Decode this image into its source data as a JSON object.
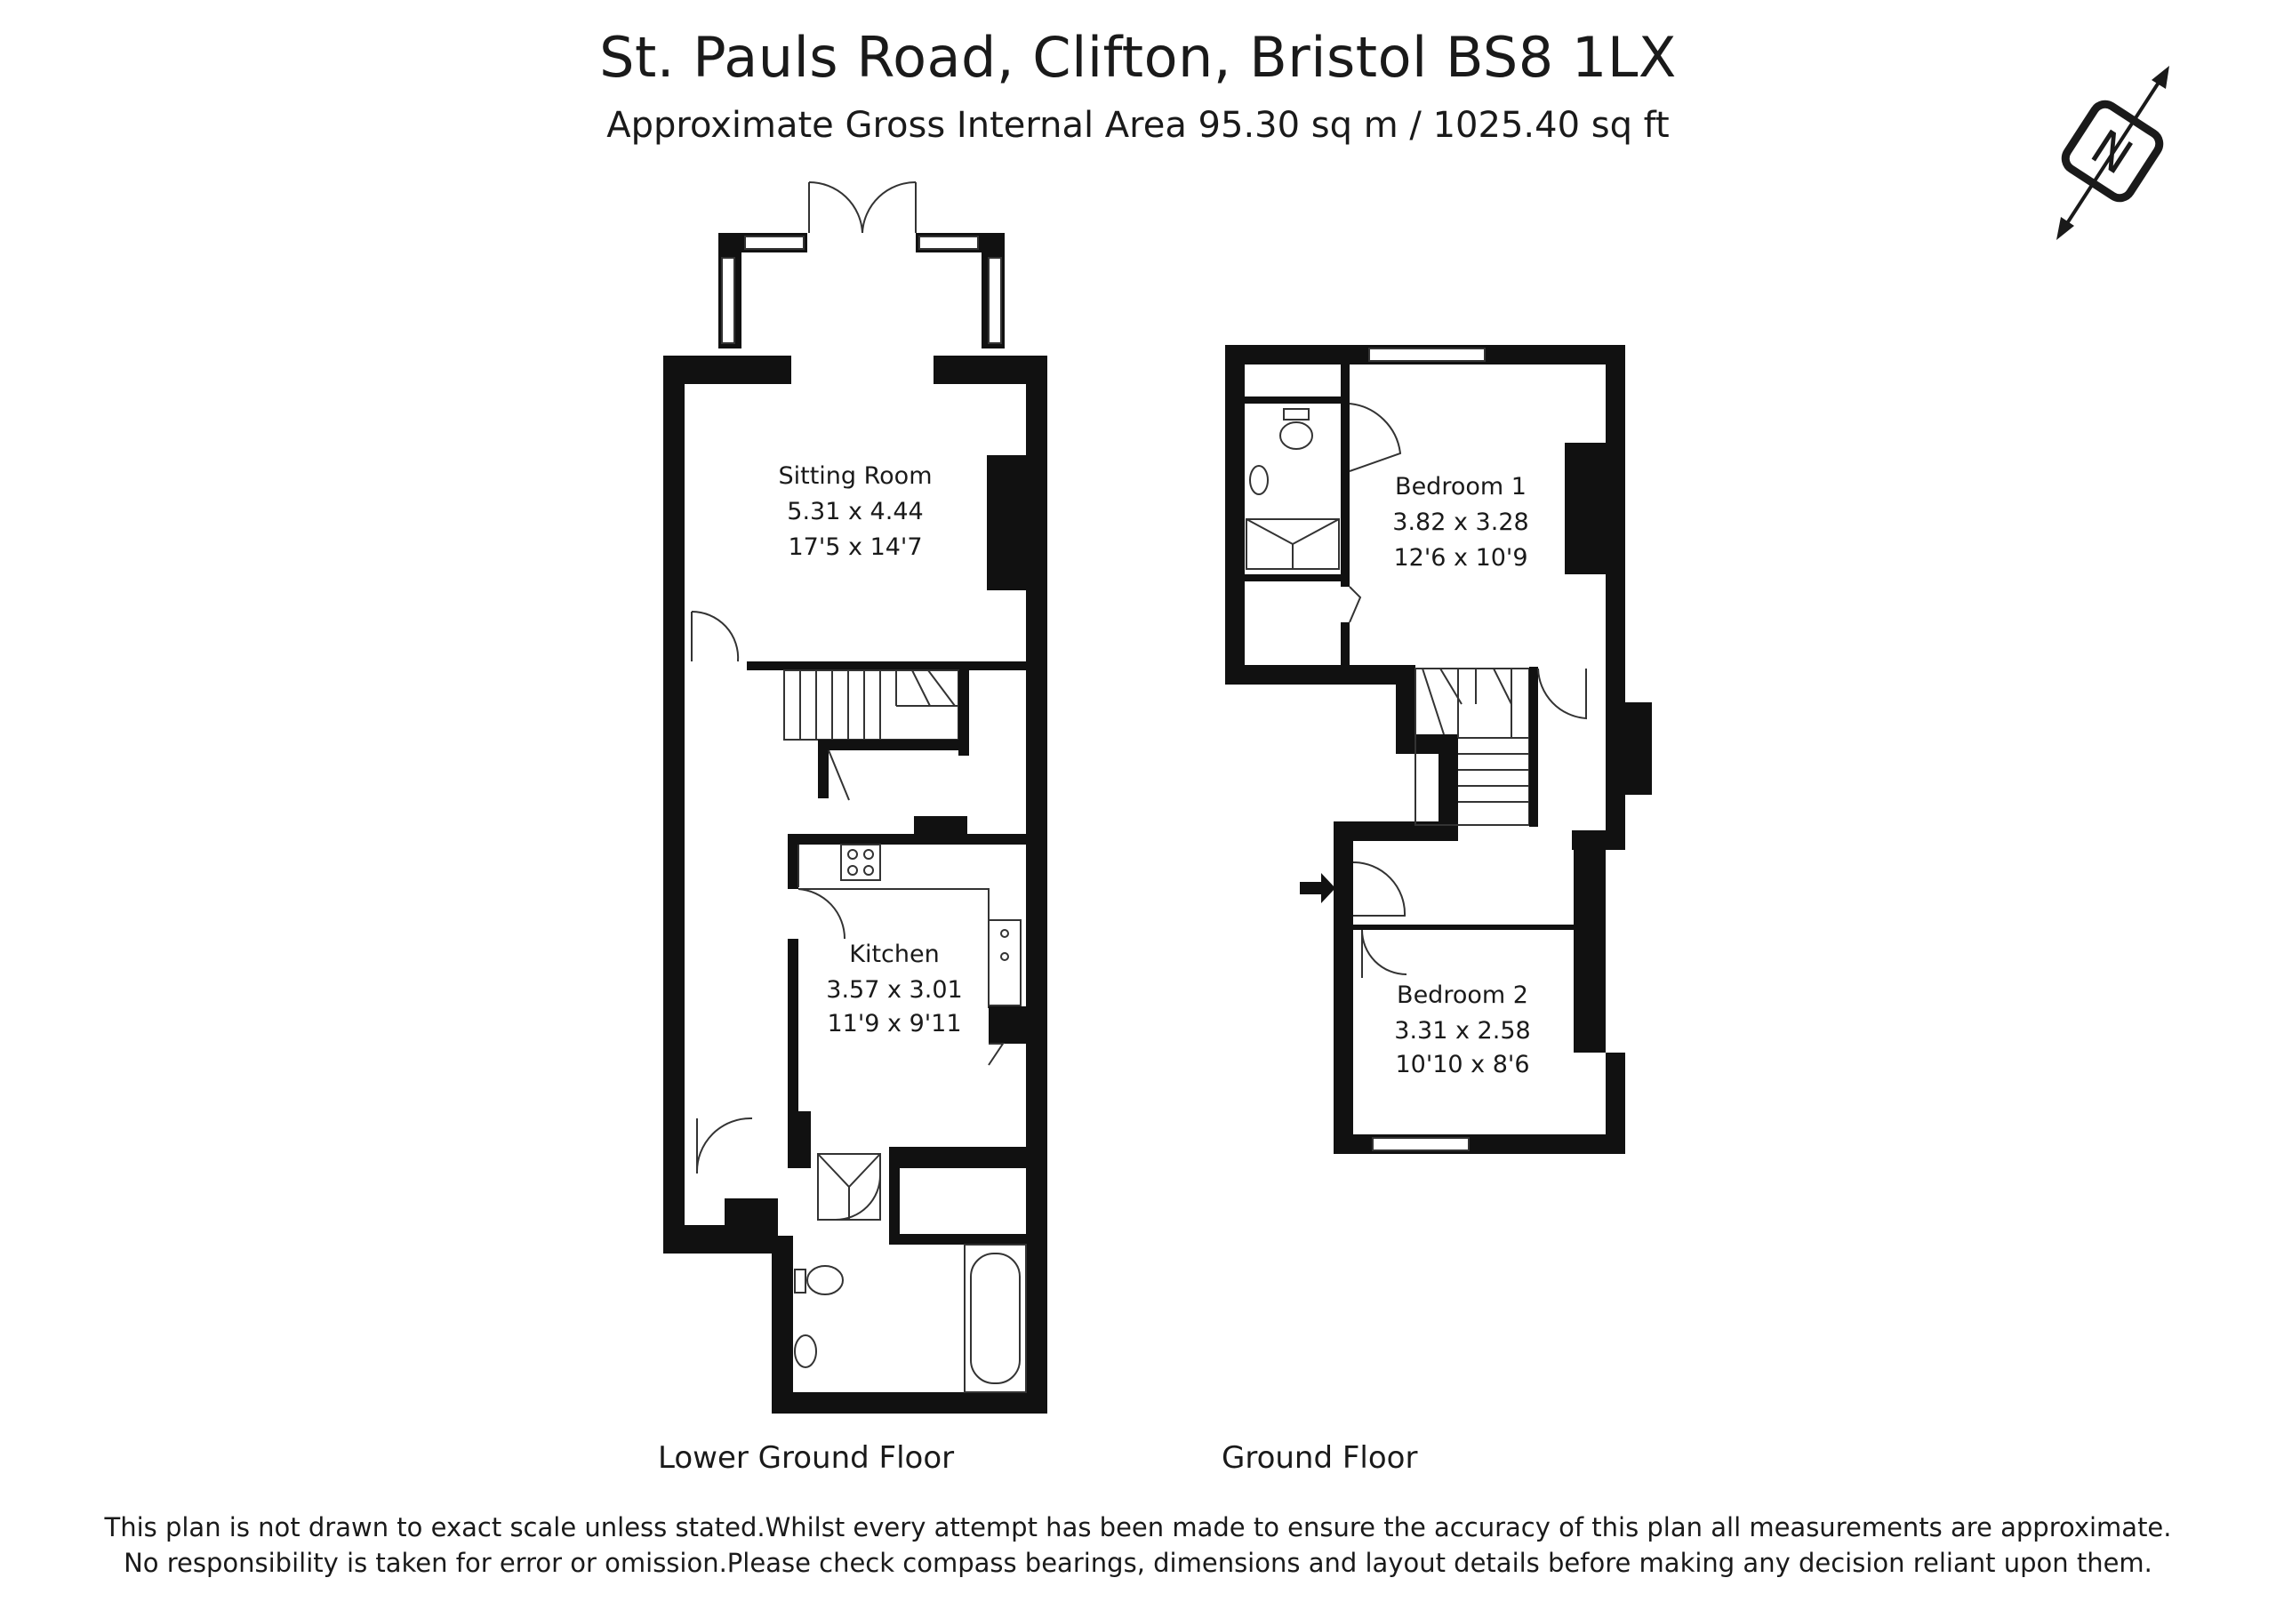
{
  "header": {
    "title": "St. Pauls Road, Clifton, Bristol BS8 1LX",
    "area": "Approximate Gross Internal Area 95.30 sq m / 1025.40 sq ft"
  },
  "compass": {
    "letter": "N"
  },
  "floors": {
    "lower": {
      "label": "Lower Ground Floor",
      "rooms": [
        {
          "name": "Sitting Room",
          "metric": "5.31 x 4.44",
          "imperial": "17'5 x 14'7"
        },
        {
          "name": "Kitchen",
          "metric": "3.57 x 3.01",
          "imperial": "11'9 x 9'11"
        }
      ]
    },
    "ground": {
      "label": "Ground Floor",
      "rooms": [
        {
          "name": "Bedroom 1",
          "metric": "3.82 x 3.28",
          "imperial": "12'6 x 10'9"
        },
        {
          "name": "Bedroom 2",
          "metric": "3.31 x 2.58",
          "imperial": "10'10 x 8'6"
        }
      ]
    }
  },
  "disclaimer": {
    "line1": "This plan is not drawn to exact scale unless stated.Whilst every attempt has been made to ensure the accuracy of this plan all measurements are approximate.",
    "line2": "No responsibility is taken for error or omission.Please check compass bearings, dimensions and layout details before making any decision reliant upon them."
  },
  "colors": {
    "wall": "#111111",
    "line": "#333333",
    "background": "#ffffff"
  }
}
